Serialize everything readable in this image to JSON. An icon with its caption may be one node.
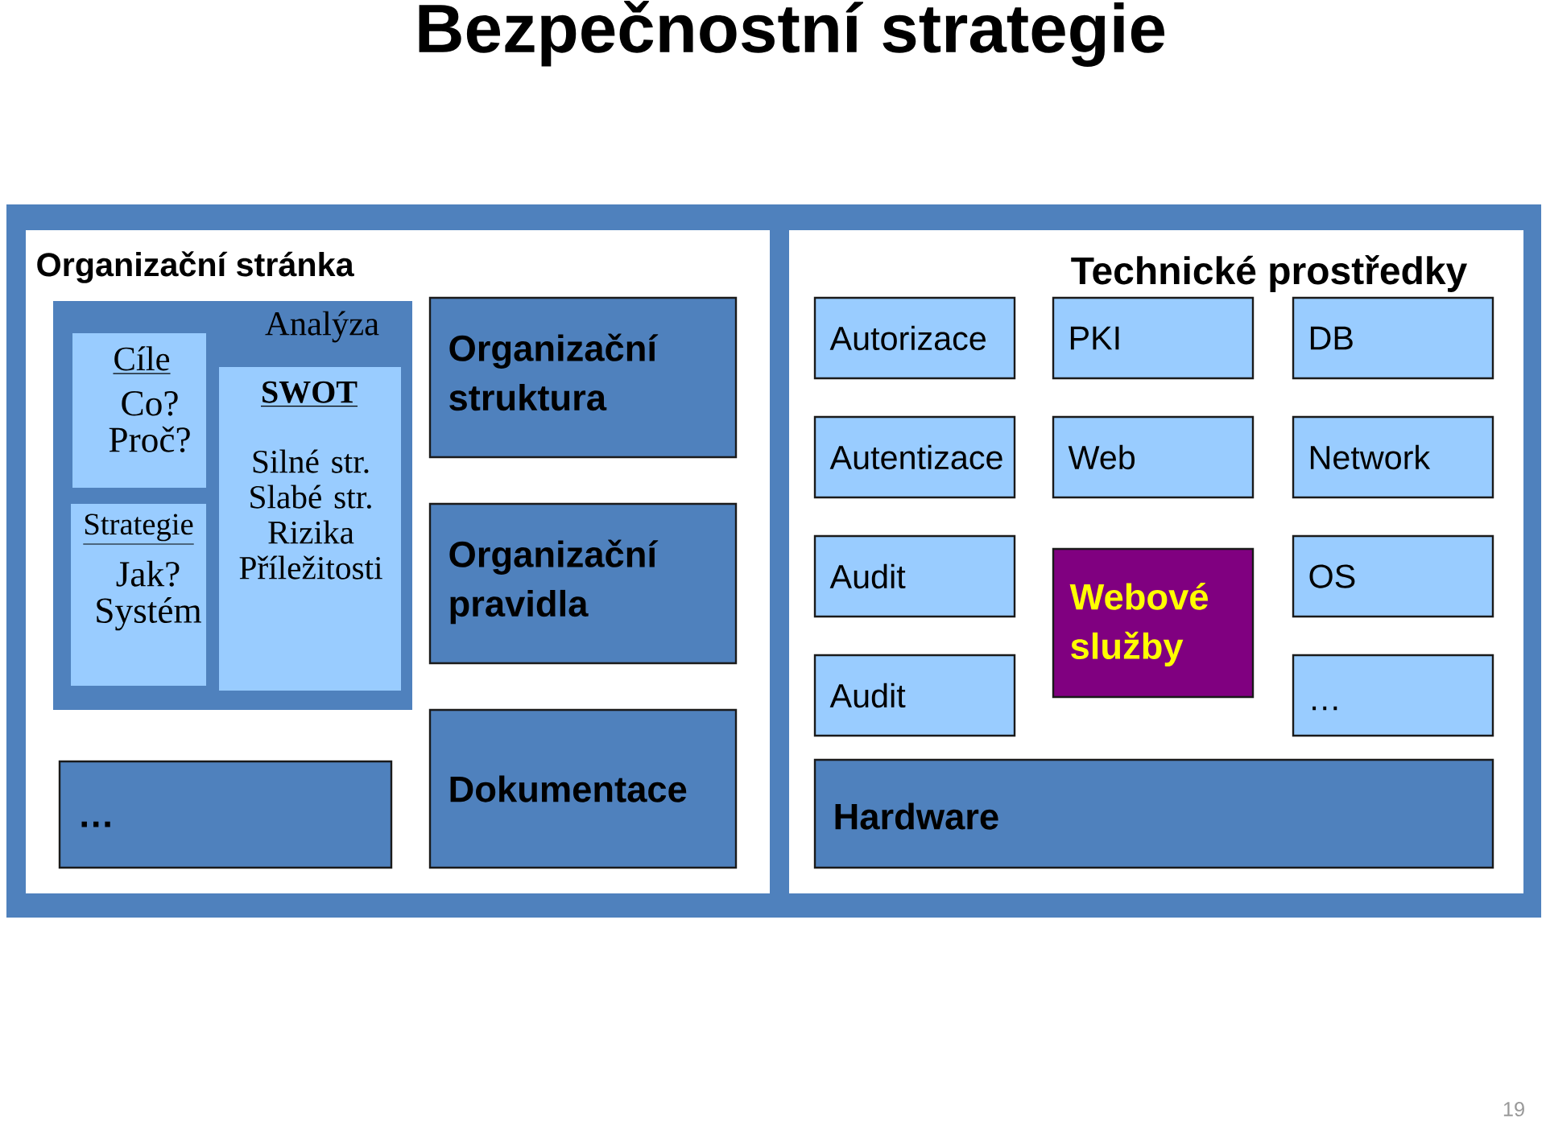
{
  "diagram": {
    "title": "Bezpečnostní strategie",
    "nodes": [
      {
        "text": [],
        "shape": "box"
      },
      {
        "text": [
          "Organizační stránka"
        ],
        "in": 0
      },
      {
        "text": [
          "Analýza"
        ],
        "in": 1
      },
      {
        "text": [
          "Cíle",
          "Co? Proč?"
        ],
        "in": 2
      },
      {
        "text": [
          "SWOT",
          "Silné str. Slabé str. Rizika Příležitosti"
        ],
        "in": 2
      },
      {
        "text": [
          "Strategie",
          "Jak? Systém"
        ],
        "in": 2
      },
      {
        "text": [
          "Organizační struktura"
        ],
        "in": 1
      },
      {
        "text": [
          "Organizační pravidla"
        ],
        "in": 1
      },
      {
        "text": [
          "…"
        ],
        "in": 1
      },
      {
        "text": [
          "Dokumentace"
        ],
        "in": 1
      },
      {
        "text": [
          "Technické prostředky"
        ],
        "in": 0
      },
      {
        "text": [
          "Autorizace"
        ],
        "in": 10
      },
      {
        "text": [
          "PKI"
        ],
        "in": 10
      },
      {
        "text": [
          "DB"
        ],
        "in": 10
      },
      {
        "text": [
          "Autentizace"
        ],
        "in": 10
      },
      {
        "text": [
          "Web"
        ],
        "in": 10
      },
      {
        "text": [
          "Network"
        ],
        "in": 10
      },
      {
        "text": [
          "Audit"
        ],
        "in": 10
      },
      {
        "text": [
          "Webové služby"
        ],
        "in": 10
      },
      {
        "text": [
          "OS"
        ],
        "in": 10
      },
      {
        "text": [
          "Audit"
        ],
        "in": 10
      },
      {
        "text": [
          "…"
        ],
        "in": 10
      },
      {
        "text": [
          "Hardware"
        ],
        "in": 10
      }
    ],
    "labels": [
      "19"
    ]
  }
}
